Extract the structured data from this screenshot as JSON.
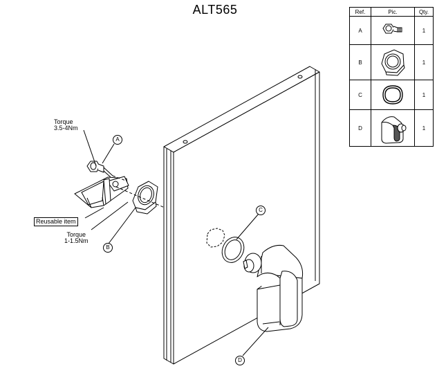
{
  "title": "ALT565",
  "table": {
    "headers": [
      "Ref.",
      "Pic.",
      "Qty."
    ],
    "rows": [
      {
        "ref": "A",
        "pic_icon": "bolt-icon",
        "qty": "1"
      },
      {
        "ref": "B",
        "pic_icon": "hex-nut-icon",
        "qty": "1"
      },
      {
        "ref": "C",
        "pic_icon": "o-ring-icon",
        "qty": "1"
      },
      {
        "ref": "D",
        "pic_icon": "valve-cover-icon",
        "qty": "1"
      }
    ]
  },
  "labels": {
    "torque_a_line1": "Torque",
    "torque_a_line2": "3.5-4Nm",
    "torque_b_line1": "Torque",
    "torque_b_line2": "1-1.5Nm",
    "reusable": "Reusable item"
  },
  "callouts": {
    "a": "A",
    "b": "B",
    "c": "C",
    "d": "D"
  }
}
